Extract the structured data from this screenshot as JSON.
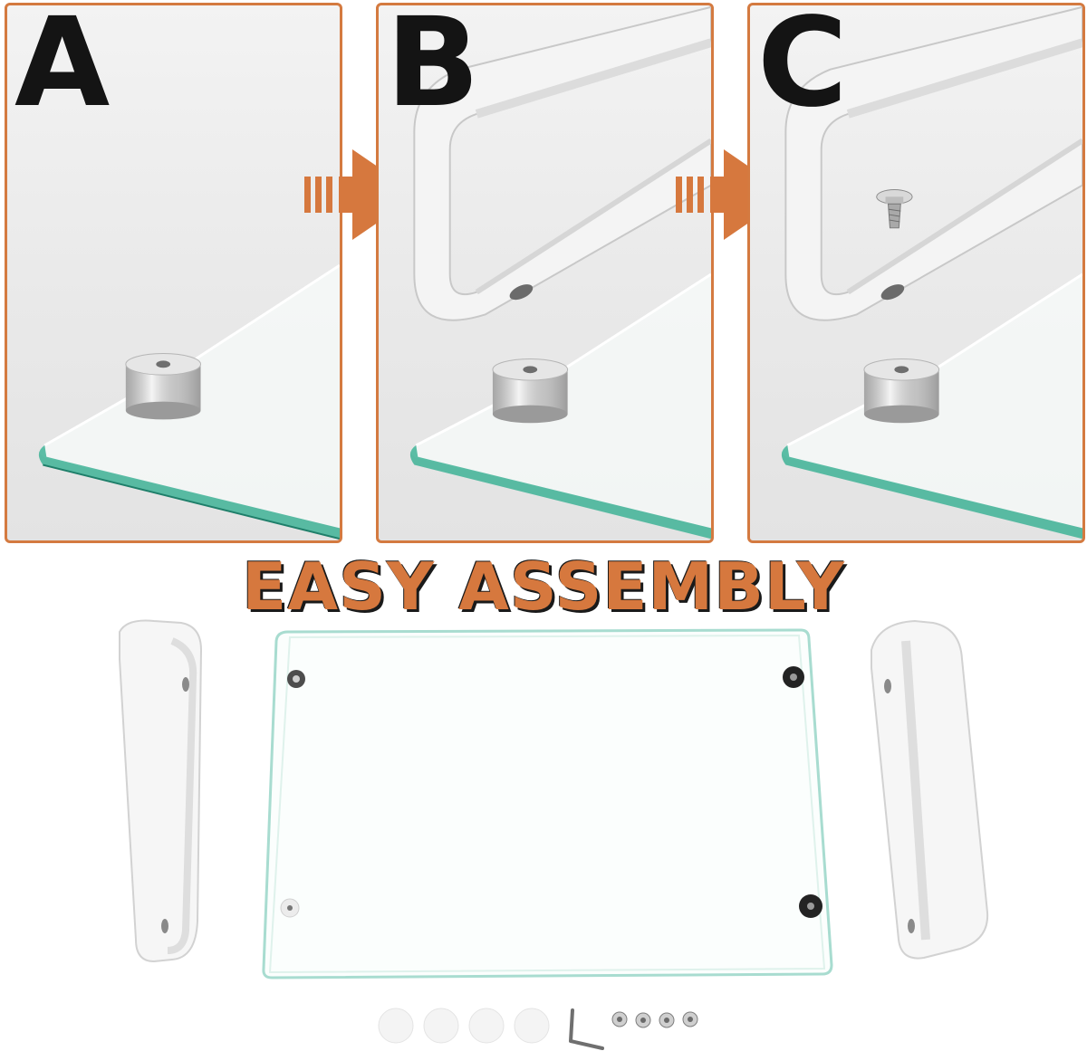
{
  "panels": [
    {
      "letter": "A"
    },
    {
      "letter": "B"
    },
    {
      "letter": "C"
    }
  ],
  "headline": "EASY ASSEMBLY",
  "colors": {
    "accent": "#d6783e",
    "border": "#d47a40",
    "letter": "#141414",
    "glass_edge": "#2f9e86"
  },
  "icons": [
    "arrow-right-icon",
    "screw-icon",
    "hex-key-icon",
    "rubber-pad-icon"
  ]
}
